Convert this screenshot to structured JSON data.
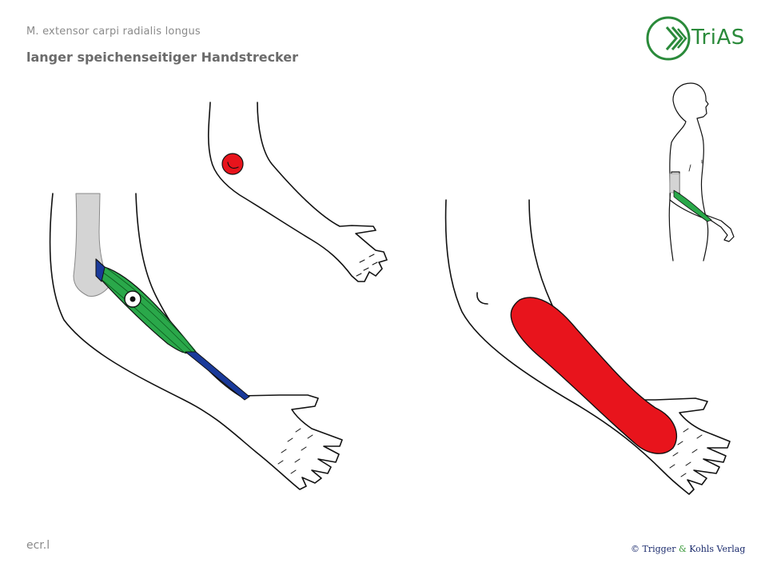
{
  "header": {
    "latin_name": "M. extensor carpi radialis longus",
    "german_name": "langer speichenseitiger Handstrecker"
  },
  "logo": {
    "text": "TriAS"
  },
  "footer": {
    "code": "ecr.l",
    "copyright_prefix": "© Trigger ",
    "copyright_amp": "&",
    "copyright_suffix": " Kohls Verlag"
  },
  "colors": {
    "muscle_green": "#2aa84a",
    "tendon_blue": "#1a3a9a",
    "trigger_red": "#e8141c",
    "bone_gray": "#d4d4d4",
    "logo_green": "#2a8a3a"
  }
}
